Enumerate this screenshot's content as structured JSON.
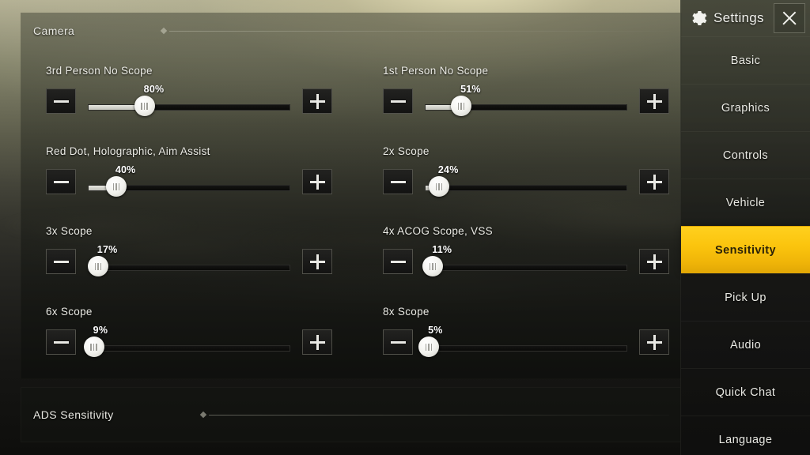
{
  "sidebar": {
    "title": "Settings",
    "gear_icon": "gear-icon",
    "close_icon": "close-icon",
    "accent_color": "#fbc40d",
    "items": [
      {
        "label": "Basic",
        "active": false
      },
      {
        "label": "Graphics",
        "active": false
      },
      {
        "label": "Controls",
        "active": false
      },
      {
        "label": "Vehicle",
        "active": false
      },
      {
        "label": "Sensitivity",
        "active": true
      },
      {
        "label": "Pick Up",
        "active": false
      },
      {
        "label": "Audio",
        "active": false
      },
      {
        "label": "Quick Chat",
        "active": false
      },
      {
        "label": "Language",
        "active": false
      }
    ]
  },
  "sections": [
    {
      "title": "Camera"
    },
    {
      "title": "ADS Sensitivity"
    }
  ],
  "stepper": {
    "decrease_label": "minus-icon",
    "increase_label": "plus-icon"
  },
  "camera_sliders": [
    {
      "label": "3rd Person No Scope",
      "value": "80%",
      "percent": 80,
      "fill_pct": 28,
      "column": "left",
      "row": 0
    },
    {
      "label": "1st Person No Scope",
      "value": "51%",
      "percent": 51,
      "fill_pct": 18,
      "column": "right",
      "row": 0
    },
    {
      "label": "Red Dot, Holographic, Aim Assist",
      "value": "40%",
      "percent": 40,
      "fill_pct": 14,
      "column": "left",
      "row": 1
    },
    {
      "label": "2x Scope",
      "value": "24%",
      "percent": 24,
      "fill_pct": 7,
      "column": "right",
      "row": 1
    },
    {
      "label": "3x Scope",
      "value": "17%",
      "percent": 17,
      "fill_pct": 5,
      "column": "left",
      "row": 2
    },
    {
      "label": "4x ACOG Scope, VSS",
      "value": "11%",
      "percent": 11,
      "fill_pct": 4,
      "column": "right",
      "row": 2
    },
    {
      "label": "6x Scope",
      "value": "9%",
      "percent": 9,
      "fill_pct": 3,
      "column": "left",
      "row": 3
    },
    {
      "label": "8x Scope",
      "value": "5%",
      "percent": 5,
      "fill_pct": 2,
      "column": "right",
      "row": 3
    }
  ]
}
